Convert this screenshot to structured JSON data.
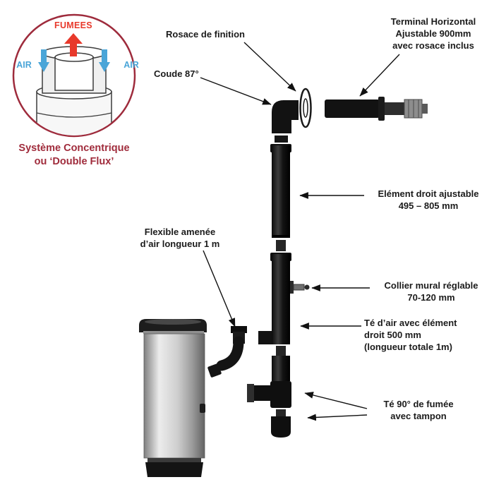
{
  "colors": {
    "smoke_red": "#e8392b",
    "air_blue": "#4aa5d8",
    "caption_maroon": "#a02c3c",
    "pipe_black": "#141414",
    "text": "#1b1b1b"
  },
  "inset": {
    "fumees_label": "FUMEES",
    "air_left_label": "AIR",
    "air_right_label": "AIR",
    "caption_line1": "Système Concentrique",
    "caption_line2": "ou ‘Double Flux’"
  },
  "callouts": {
    "rosace": {
      "line1": "Rosace de finition"
    },
    "terminal": {
      "line1": "Terminal Horizontal",
      "line2": "Ajustable 900mm",
      "line3": "avec rosace inclus"
    },
    "coude": {
      "line1": "Coude 87°"
    },
    "element_droit": {
      "line1": "Elément droit ajustable",
      "line2": "495 – 805 mm"
    },
    "flexible": {
      "line1": "Flexible amenée",
      "line2": "d’air longueur 1 m"
    },
    "collier": {
      "line1": "Collier mural réglable",
      "line2": "70-120 mm"
    },
    "te_air": {
      "line1": "Té d’air avec élément",
      "line2": "droit 500 mm",
      "line3": "(longueur totale 1m)"
    },
    "te_fumee": {
      "line1": "Té 90° de fumée",
      "line2": "avec tampon"
    }
  }
}
